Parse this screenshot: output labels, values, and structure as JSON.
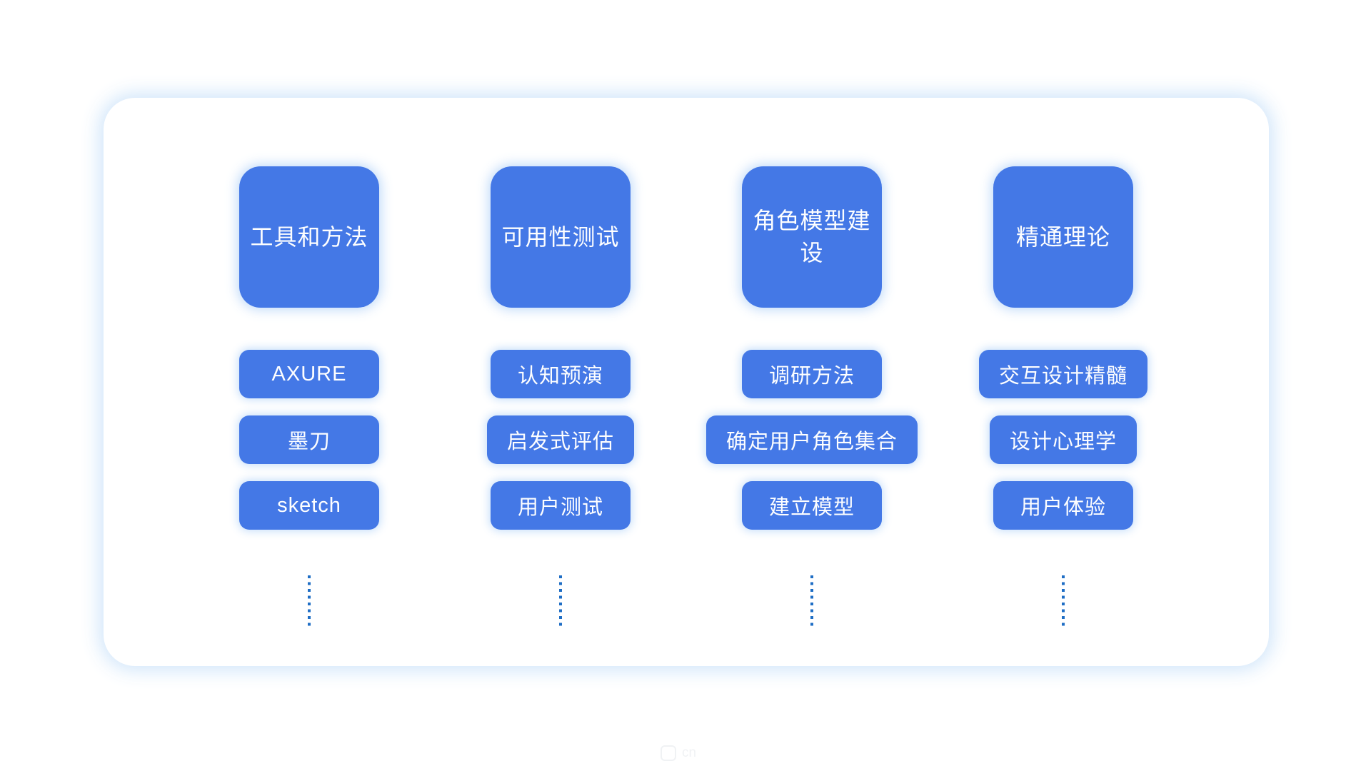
{
  "diagram": {
    "columns": [
      {
        "header": "工具和方法",
        "items": [
          "AXURE",
          "墨刀",
          "sketch"
        ]
      },
      {
        "header": "可用性测试",
        "items": [
          "认知预演",
          "启发式评估",
          "用户测试"
        ]
      },
      {
        "header": "角色模型建设",
        "items": [
          "调研方法",
          "确定用户角色集合",
          "建立模型"
        ]
      },
      {
        "header": "精通理论",
        "items": [
          "交互设计精髓",
          "设计心理学",
          "用户体验"
        ]
      }
    ],
    "colors": {
      "node_blue": "#4478e6",
      "dot_blue": "#1f6ec5",
      "card_glow": "#d9eafc",
      "node_text": "#ffffff"
    }
  },
  "watermark": {
    "label": "cn"
  }
}
